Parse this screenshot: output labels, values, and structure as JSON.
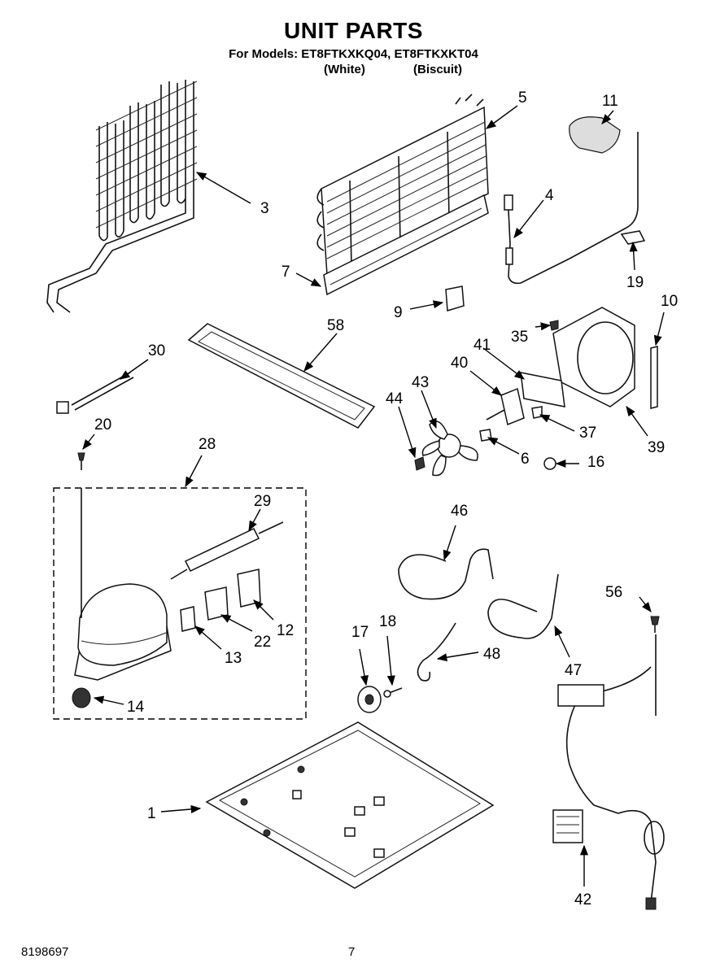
{
  "header": {
    "title": "UNIT PARTS",
    "models": "For Models: ET8FTKXKQ04, ET8FTKXKT04",
    "variant_white": "(White)",
    "variant_biscuit": "(Biscuit)"
  },
  "footer": {
    "doc_number": "8198697",
    "page_number": "7"
  },
  "callouts": {
    "c1": "1",
    "c3": "3",
    "c4": "4",
    "c5": "5",
    "c6": "6",
    "c7": "7",
    "c9": "9",
    "c10": "10",
    "c11": "11",
    "c12": "12",
    "c13": "13",
    "c14": "14",
    "c16": "16",
    "c17": "17",
    "c18": "18",
    "c19": "19",
    "c20": "20",
    "c22": "22",
    "c28": "28",
    "c29": "29",
    "c30": "30",
    "c35": "35",
    "c37": "37",
    "c39": "39",
    "c40": "40",
    "c41": "41",
    "c42": "42",
    "c43": "43",
    "c44": "44",
    "c46": "46",
    "c47": "47",
    "c48": "48",
    "c56": "56",
    "c58": "58"
  }
}
